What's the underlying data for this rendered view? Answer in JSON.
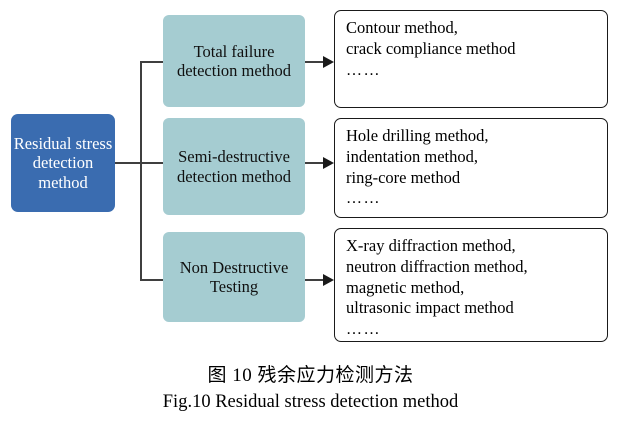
{
  "figure": {
    "root": {
      "label": "Residual stress detection method",
      "color": "#3a6cb0",
      "text_color": "#ffffff"
    },
    "category_color": "#a5ccd1",
    "categories": [
      {
        "label": "Total failure detection method",
        "details": {
          "lines": [
            "Contour method,",
            "crack compliance method"
          ],
          "ellipsis": "……"
        }
      },
      {
        "label": "Semi-destructive detection method",
        "details": {
          "lines": [
            "Hole drilling method,",
            "indentation method,",
            "ring-core method"
          ],
          "ellipsis": "……"
        }
      },
      {
        "label": "Non Destructive Testing",
        "details": {
          "lines": [
            "X-ray diffraction method,",
            "neutron diffraction method,",
            "magnetic method,",
            "ultrasonic impact method"
          ],
          "ellipsis": "……"
        }
      }
    ]
  },
  "caption": {
    "chinese": "图 10  残余应力检测方法",
    "english": "Fig.10 Residual stress detection method"
  }
}
